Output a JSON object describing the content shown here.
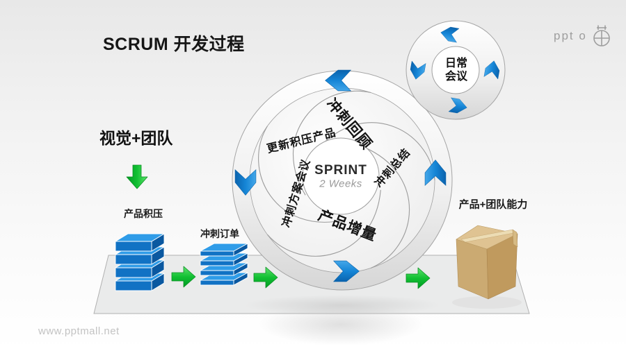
{
  "slide": {
    "title": "SCRUM 开发过程",
    "watermark": "www.pptmall.net",
    "logo_text": "ppt o"
  },
  "left_flow": {
    "input_label": "视觉+团队",
    "product_backlog_label": "产品积压",
    "sprint_backlog_label": "冲刺订单"
  },
  "sprint_circle": {
    "center_title": "SPRINT",
    "center_subtitle": "2 Weeks",
    "segments": [
      {
        "label": "冲刺回顾"
      },
      {
        "label": "更新积压产品"
      },
      {
        "label": "冲刺方案会议"
      },
      {
        "label": "产品增量"
      },
      {
        "label": "冲刺总结"
      }
    ]
  },
  "daily_meeting": {
    "label_line1": "日常",
    "label_line2": "会议"
  },
  "output": {
    "label": "产品+团队能力"
  },
  "colors": {
    "accent_blue": "#1585d6",
    "accent_green": "#12c033",
    "stack_blue_front": "#1172c4",
    "stack_blue_top": "#2f9ce8",
    "stack_blue_side": "#0a58a0",
    "box_tan": "#cbaa72",
    "platform_gray": "#eaebeb",
    "title_text": "#161616",
    "subtitle_gray": "#9a9a9a"
  }
}
